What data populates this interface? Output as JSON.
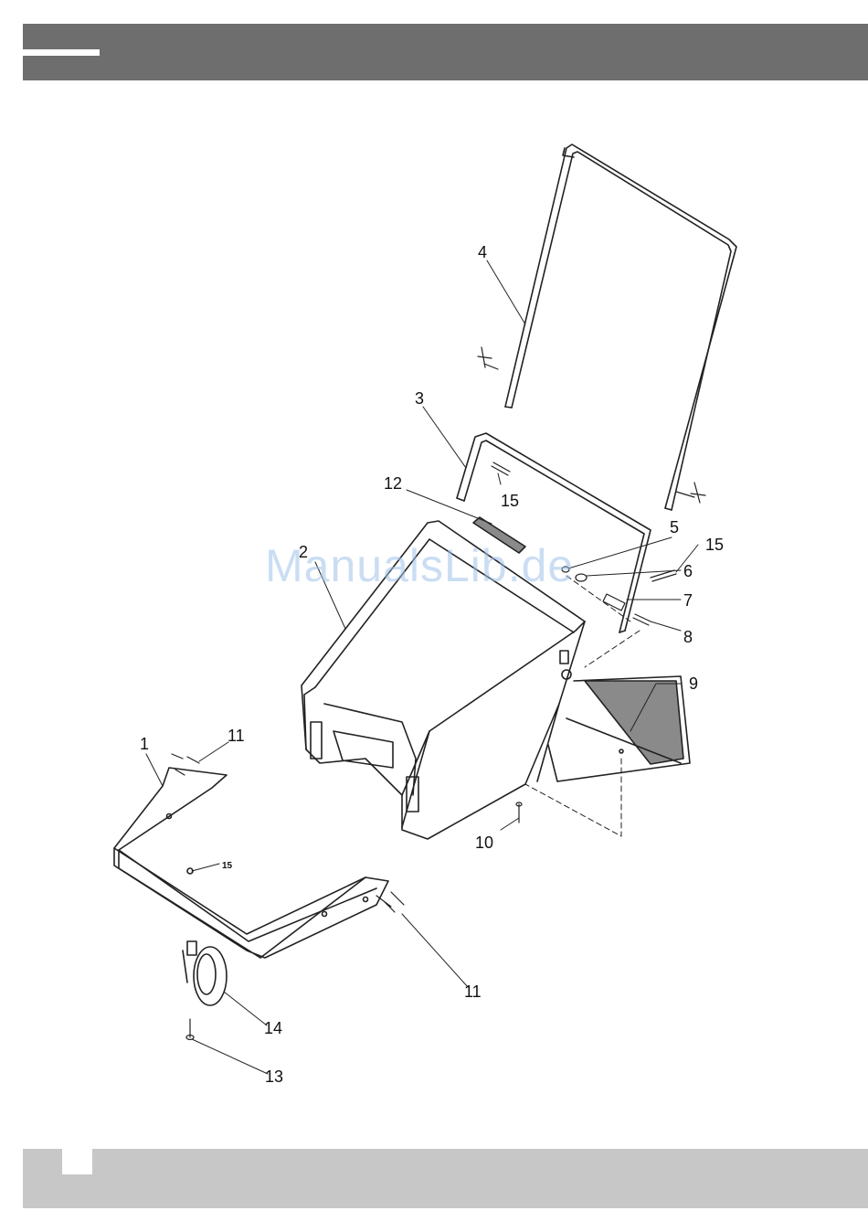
{
  "colors": {
    "header_bar": "#6e6e6e",
    "footer_bar": "#c7c7c7",
    "line": "#222222",
    "shade": "#8a8a8a",
    "watermark": "#9fc3ea"
  },
  "watermark": "ManualsLib.de",
  "callouts": [
    "1",
    "2",
    "3",
    "4",
    "5",
    "6",
    "7",
    "8",
    "9",
    "10",
    "11",
    "11",
    "12",
    "13",
    "14",
    "15",
    "15",
    "15"
  ]
}
